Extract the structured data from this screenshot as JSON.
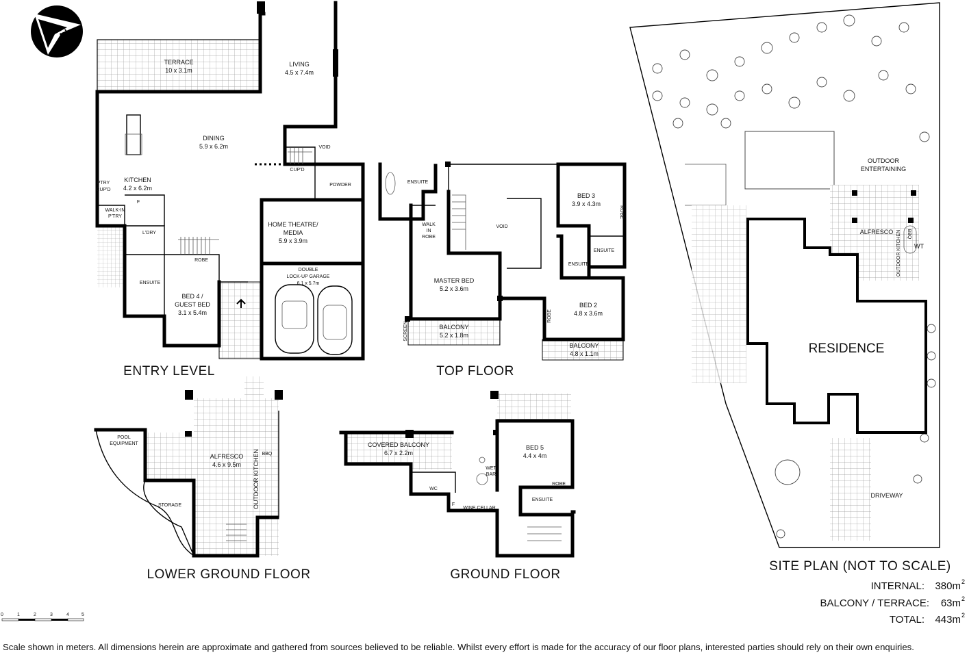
{
  "compass": {
    "letter": "N"
  },
  "entry_level": {
    "title": "ENTRY LEVEL",
    "rooms": [
      {
        "name": "TERRACE",
        "size": "10 x 3.1m"
      },
      {
        "name": "LIVING",
        "size": "4.5 x 7.4m"
      },
      {
        "name": "DINING",
        "size": "5.9 x 6.2m"
      },
      {
        "name": "KITCHEN",
        "size": "4.2 x 6.2m"
      },
      {
        "name": "HOME THEATRE/",
        "line2": "MEDIA",
        "size": "5.9 x 3.9m"
      },
      {
        "name": "DOUBLE",
        "line2": "LOCK-UP GARAGE",
        "size": "6.1 x 5.7m"
      },
      {
        "name": "BED 4 /",
        "line2": "GUEST BED",
        "size": "3.1 x 5.4m"
      }
    ],
    "small_labels": [
      "VOID",
      "CUP'D",
      "POWDER",
      "WALK-IN",
      "P'TRY",
      "L'DRY",
      "ENSUITE",
      "ROBE",
      "F",
      "PTRY",
      "CUP'D"
    ]
  },
  "top_floor": {
    "title": "TOP FLOOR",
    "rooms": [
      {
        "name": "MASTER BED",
        "size": "5.2 x 3.6m"
      },
      {
        "name": "BALCONY",
        "size": "5.2 x 1.8m"
      },
      {
        "name": "BED 3",
        "size": "3.9 x 4.3m"
      },
      {
        "name": "BED 2",
        "size": "4.8 x 3.6m"
      },
      {
        "name": "BALCONY",
        "size": "4.8 x 1.1m"
      }
    ],
    "small_labels": [
      "ENSUITE",
      "WALK",
      "IN",
      "ROBE",
      "VOID",
      "ENSUITE",
      "ENSUITE",
      "ROBE",
      "ROBE",
      "SCREEN"
    ]
  },
  "lower_ground": {
    "title": "LOWER GROUND FLOOR",
    "rooms": [
      {
        "name": "ALFRESCO",
        "size": "4.6 x 9.5m"
      }
    ],
    "small_labels": [
      "POOL",
      "EQUIPMENT",
      "STORAGE",
      "OUTDOOR KITCHEN",
      "BBQ"
    ]
  },
  "ground_floor": {
    "title": "GROUND FLOOR",
    "rooms": [
      {
        "name": "COVERED BALCONY",
        "size": "6.7 x 2.2m"
      },
      {
        "name": "BED 5",
        "size": "4.4 x 4m"
      }
    ],
    "small_labels": [
      "WET",
      "BAR",
      "WC",
      "F",
      "WINE CELLAR",
      "ENSUITE",
      "ROBE"
    ]
  },
  "site_plan": {
    "title": "SITE PLAN (NOT TO SCALE)",
    "residence": "RESIDENCE",
    "labels": [
      "OUTDOOR",
      "ENTERTAINING",
      "ALFRESCO",
      "BBQ",
      "OUTDOOR KITCHEN",
      "WT",
      "DRIVEWAY"
    ]
  },
  "areas": [
    {
      "label": "INTERNAL:",
      "value": "380m",
      "sup": "2"
    },
    {
      "label": "BALCONY / TERRACE:",
      "value": "63m",
      "sup": "2"
    },
    {
      "label": "TOTAL:",
      "value": "443m",
      "sup": "2"
    }
  ],
  "scale_bar": {
    "ticks": [
      "0",
      "1",
      "2",
      "3",
      "4",
      "5"
    ]
  },
  "disclaimer": "Scale shown in meters. All dimensions herein are approximate and gathered from sources believed to be  reliable. Whilst every effort is made for the accuracy of our floor plans, interested parties should rely on their own enquiries."
}
